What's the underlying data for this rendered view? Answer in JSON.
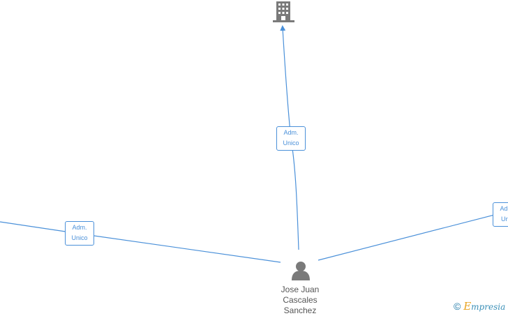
{
  "diagram": {
    "company_node": {
      "icon": "building-icon",
      "color": "#7a7a7a"
    },
    "person_node": {
      "icon": "person-icon",
      "color": "#7a7a7a",
      "name_lines": [
        "Jose Juan",
        "Cascales",
        "Sanchez"
      ]
    },
    "edges": [
      {
        "id": "top",
        "label_lines": [
          "Adm.",
          "Unico"
        ]
      },
      {
        "id": "left",
        "label_lines": [
          "Adm.",
          "Unico"
        ]
      },
      {
        "id": "right",
        "label_lines": [
          "Adm.",
          "Unic"
        ]
      }
    ],
    "edge_color": "#4a90d9"
  },
  "watermark": {
    "symbol": "©",
    "brand_initial": "E",
    "brand_rest": "mpresia"
  }
}
